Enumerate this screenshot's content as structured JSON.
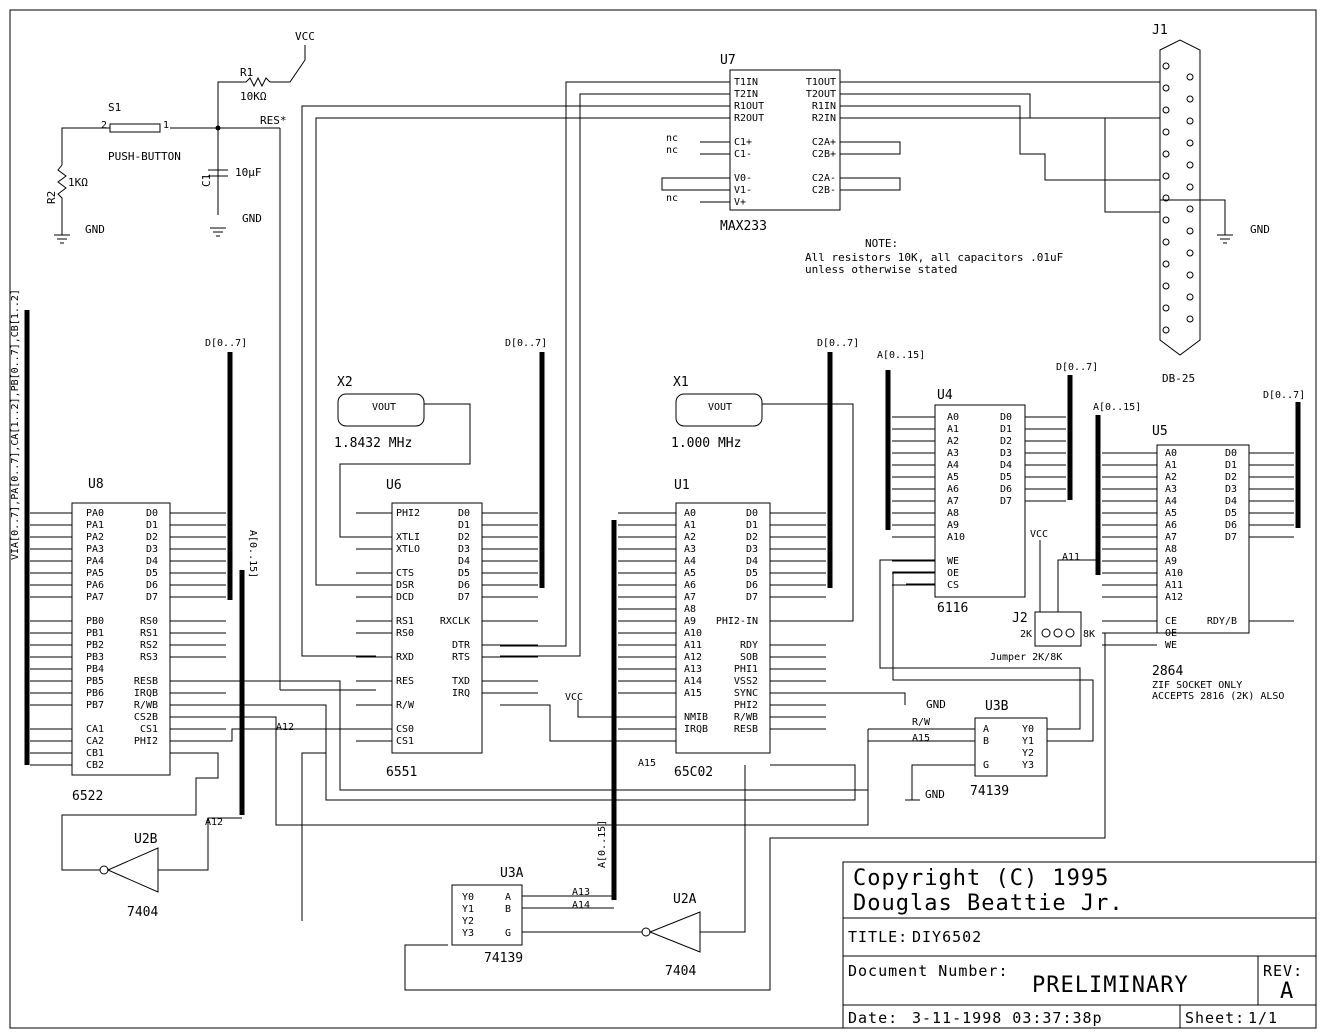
{
  "title_block": {
    "copyright": "Copyright (C) 1995",
    "author": "Douglas Beattie Jr.",
    "title_label": "TITLE:",
    "title": "DIY6502",
    "docnum_label": "Document Number:",
    "docnum": "PRELIMINARY",
    "rev_label": "REV:",
    "rev": "A",
    "date_label": "Date:",
    "date": "3-11-1998 03:37:38p",
    "sheet_label": "Sheet:",
    "sheet": "1/1"
  },
  "note": {
    "heading": "NOTE:",
    "line1": "All resistors 10K, all capacitors .01uF",
    "line2": "unless otherwise stated"
  },
  "labels": {
    "vcc": "VCC",
    "gnd": "GND",
    "res": "RES*",
    "d07": "D[0..7]",
    "a015": "A[0..15]",
    "via": "VIA[0..7],PA[0..7],CA[1..2],PB[0..7],CB[1..2]",
    "nc": "nc"
  },
  "components": {
    "r1": {
      "ref": "R1",
      "value": "10KΩ"
    },
    "r2": {
      "ref": "R2",
      "value": "1KΩ"
    },
    "c1": {
      "ref": "C1",
      "value": "10µF"
    },
    "s1": {
      "ref": "S1",
      "value": "PUSH-BUTTON"
    },
    "x1": {
      "ref": "X1",
      "pin": "VOUT",
      "value": "1.000 MHz"
    },
    "x2": {
      "ref": "X2",
      "pin": "VOUT",
      "value": "1.8432 MHz"
    },
    "u7": {
      "ref": "U7",
      "part": "MAX233",
      "left": [
        "T1IN",
        "T2IN",
        "R1OUT",
        "R2OUT",
        "C1+",
        "C1-",
        "V0-",
        "V1-",
        "V+"
      ],
      "right": [
        "T1OUT",
        "T2OUT",
        "R1IN",
        "R2IN",
        "C2A+",
        "C2B+",
        "C2A-",
        "C2B-"
      ]
    },
    "j1": {
      "ref": "J1",
      "part": "DB-25"
    },
    "u8": {
      "ref": "U8",
      "part": "6522",
      "left": [
        "PA0",
        "PA1",
        "PA2",
        "PA3",
        "PA4",
        "PA5",
        "PA6",
        "PA7",
        "PB0",
        "PB1",
        "PB2",
        "PB3",
        "PB4",
        "PB5",
        "PB6",
        "PB7",
        "CA1",
        "CA2",
        "CB1",
        "CB2"
      ],
      "right": [
        "D0",
        "D1",
        "D2",
        "D3",
        "D4",
        "D5",
        "D6",
        "D7",
        "RS0",
        "RS1",
        "RS2",
        "RS3",
        "RESB",
        "IRQB",
        "R/WB",
        "CS2B",
        "CS1",
        "PHI2"
      ]
    },
    "u6": {
      "ref": "U6",
      "part": "6551",
      "left": [
        "PHI2",
        "XTLI",
        "XTLO",
        "CTS",
        "DSR",
        "DCD",
        "RS1",
        "RS0",
        "RXD",
        "RES",
        "R/W",
        "CS0",
        "CS1"
      ],
      "right": [
        "D0",
        "D1",
        "D2",
        "D3",
        "D4",
        "D5",
        "D6",
        "D7",
        "RXCLK",
        "DTR",
        "RTS",
        "TXD",
        "IRQ"
      ]
    },
    "u1": {
      "ref": "U1",
      "part": "65C02",
      "left": [
        "A0",
        "A1",
        "A2",
        "A3",
        "A4",
        "A5",
        "A6",
        "A7",
        "A8",
        "A9",
        "A10",
        "A11",
        "A12",
        "A13",
        "A14",
        "A15",
        "NMIB",
        "IRQB"
      ],
      "right": [
        "D0",
        "D1",
        "D2",
        "D3",
        "D4",
        "D5",
        "D6",
        "D7",
        "PHI2-IN",
        "RDY",
        "SOB",
        "PHI1",
        "VSS2",
        "SYNC",
        "PHI2",
        "R/WB",
        "RESB"
      ]
    },
    "u4": {
      "ref": "U4",
      "part": "6116",
      "left": [
        "A0",
        "A1",
        "A2",
        "A3",
        "A4",
        "A5",
        "A6",
        "A7",
        "A8",
        "A9",
        "A10",
        "WE",
        "OE",
        "CS"
      ],
      "right": [
        "D0",
        "D1",
        "D2",
        "D3",
        "D4",
        "D5",
        "D6",
        "D7"
      ]
    },
    "u5": {
      "ref": "U5",
      "part": "2864",
      "left": [
        "A0",
        "A1",
        "A2",
        "A3",
        "A4",
        "A5",
        "A6",
        "A7",
        "A8",
        "A9",
        "A10",
        "A11",
        "A12",
        "CE",
        "OE",
        "WE"
      ],
      "right": [
        "D0",
        "D1",
        "D2",
        "D3",
        "D4",
        "D5",
        "D6",
        "D7",
        "RDY/B"
      ],
      "note1": "ZIF SOCKET ONLY",
      "note2": "ACCEPTS 2816 (2K) ALSO"
    },
    "j2": {
      "ref": "J2",
      "value": "Jumper 2K/8K",
      "l": "2K",
      "r": "8K"
    },
    "u3a": {
      "ref": "U3A",
      "part": "74139",
      "pins": [
        "Y0",
        "Y1",
        "Y2",
        "Y3",
        "A",
        "B",
        "G"
      ]
    },
    "u3b": {
      "ref": "U3B",
      "part": "74139",
      "pins": [
        "A",
        "B",
        "G",
        "Y0",
        "Y1",
        "Y2",
        "Y3"
      ]
    },
    "u2a": {
      "ref": "U2A",
      "part": "7404"
    },
    "u2b": {
      "ref": "U2B",
      "part": "7404"
    }
  },
  "nets": {
    "a0": "A0",
    "a1": "A1",
    "a2": "A2",
    "a3": "A3",
    "a12": "A12",
    "a13": "A13",
    "a14": "A14",
    "a15": "A15",
    "a11": "A11",
    "rw": "R/W"
  }
}
